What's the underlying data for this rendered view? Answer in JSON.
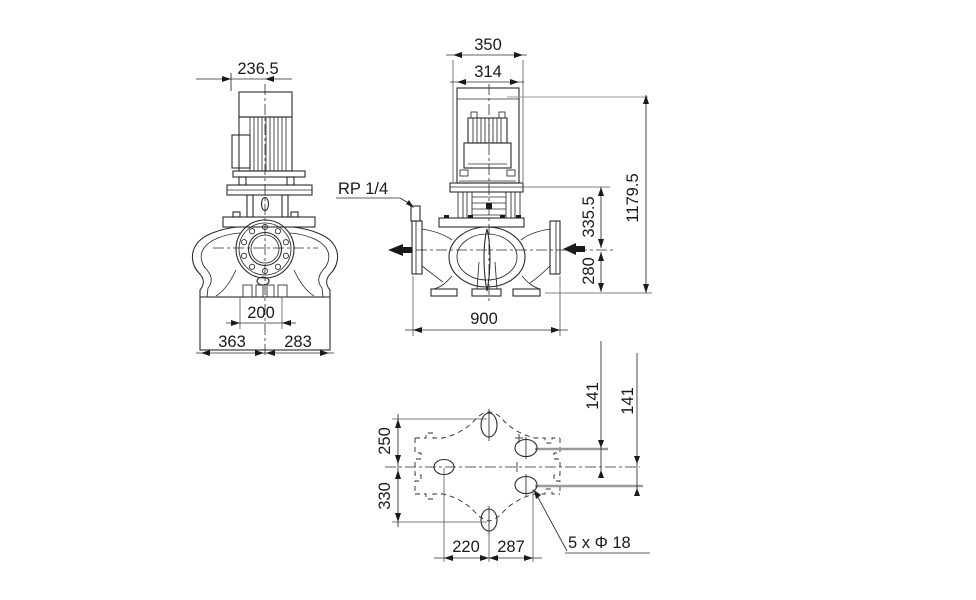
{
  "drawing": {
    "front_view": {
      "motor_width": "236.5",
      "port_width": "200",
      "base_left": "363",
      "base_right": "283"
    },
    "side_view": {
      "stool_width": "350",
      "motor_width": "314",
      "gauge_port_label": "RP 1/4",
      "flange_height": "335.5",
      "total_height": "1179.5",
      "port_height": "280",
      "length": "900"
    },
    "plan_view": {
      "front_offset": "250",
      "rear_offset": "330",
      "row_top": "141",
      "row_bottom": "141",
      "hole_spacing_x": "220",
      "hole_spacing_y": "287",
      "hole_callout": "5 x Φ 18"
    }
  }
}
